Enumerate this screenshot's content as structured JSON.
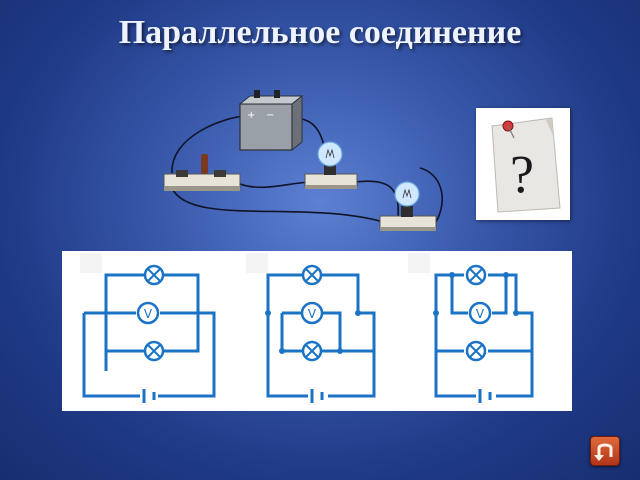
{
  "slide": {
    "title": "Параллельное соединение"
  },
  "illustration": {
    "items": [
      "battery",
      "switch",
      "bulb",
      "bulb"
    ]
  },
  "question_card": {
    "icon": "question-mark-icon"
  },
  "schemes": {
    "items": [
      {
        "symbols": [
          "lamp",
          "voltmeter",
          "lamp",
          "battery"
        ],
        "voltmeter_label": "V"
      },
      {
        "symbols": [
          "lamp",
          "voltmeter",
          "lamp",
          "battery"
        ],
        "voltmeter_label": "V"
      },
      {
        "symbols": [
          "lamp",
          "voltmeter",
          "lamp",
          "battery"
        ],
        "voltmeter_label": "V"
      }
    ]
  },
  "navigation": {
    "back_icon": "return-arrow-icon"
  },
  "colors": {
    "background": "#2a4a9c",
    "title": "#eef3ff",
    "wire": "#1a73c4"
  }
}
